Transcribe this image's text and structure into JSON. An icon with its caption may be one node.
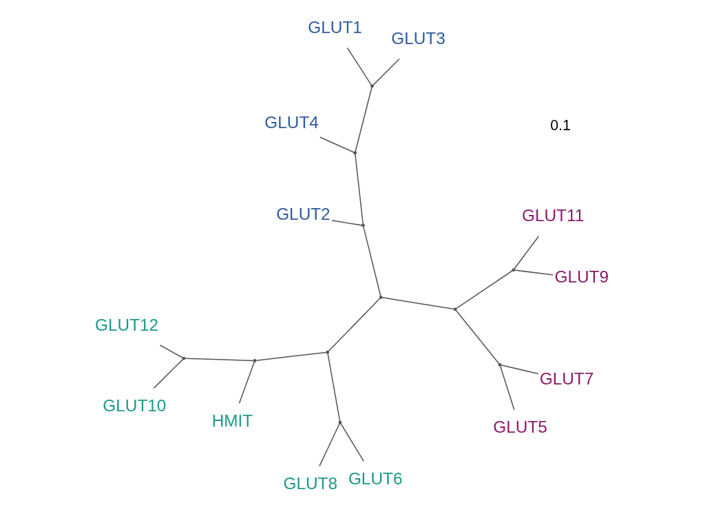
{
  "diagram": {
    "nodes": [
      {
        "text": [
          "GLUT12"
        ]
      },
      {
        "text": [
          "GLUT3"
        ]
      },
      {
        "text": [
          "GLUT2"
        ]
      },
      {
        "text": [
          "GLUT1"
        ]
      },
      {
        "text": [
          "GLUT11"
        ]
      },
      {
        "text": [
          "GLUT4"
        ]
      },
      {
        "text": [
          "GLUT10"
        ]
      },
      {
        "text": [
          "GLUT9"
        ]
      },
      {
        "text": [
          "GLUT5"
        ]
      },
      {
        "text": [
          "GLUT7"
        ]
      },
      {
        "text": [
          "HMIT"
        ]
      },
      {
        "text": [
          "GLUT8"
        ]
      },
      {
        "text": [
          "GLUT6"
        ]
      },
      {
        "text": [],
        "shape": "point"
      },
      {
        "text": [],
        "shape": "point"
      },
      {
        "text": [],
        "shape": "point"
      },
      {
        "text": [],
        "shape": "point"
      },
      {
        "text": [],
        "shape": "point"
      },
      {
        "text": [],
        "shape": "point"
      },
      {
        "text": [],
        "shape": "point"
      },
      {
        "text": [],
        "shape": "point"
      },
      {
        "text": [],
        "shape": "point"
      },
      {
        "text": [],
        "shape": "point"
      },
      {
        "text": [],
        "shape": "point"
      }
    ],
    "edges": [
      {
        "from": 13,
        "to": 14,
        "arrow": "none"
      },
      {
        "from": 13,
        "to": 15,
        "arrow": "none"
      },
      {
        "from": 13,
        "to": 16,
        "arrow": "none"
      },
      {
        "from": 14,
        "to": 17,
        "arrow": "none"
      },
      {
        "from": 14,
        "to": 10,
        "arrow": "none"
      },
      {
        "from": 17,
        "to": 0,
        "arrow": "none"
      },
      {
        "from": 17,
        "to": 6,
        "arrow": "none"
      },
      {
        "from": 16,
        "to": 11,
        "arrow": "none"
      },
      {
        "from": 16,
        "to": 12,
        "arrow": "none"
      },
      {
        "from": 15,
        "to": 18,
        "arrow": "none"
      },
      {
        "from": 15,
        "to": 21,
        "arrow": "none"
      },
      {
        "from": 18,
        "to": 2,
        "arrow": "none"
      },
      {
        "from": 18,
        "to": 19,
        "arrow": "none"
      },
      {
        "from": 19,
        "to": 5,
        "arrow": "none"
      },
      {
        "from": 19,
        "to": 20,
        "arrow": "none"
      },
      {
        "from": 20,
        "to": 3,
        "arrow": "none"
      },
      {
        "from": 20,
        "to": 1,
        "arrow": "none"
      },
      {
        "from": 21,
        "to": 22,
        "arrow": "none"
      },
      {
        "from": 21,
        "to": 23,
        "arrow": "none"
      },
      {
        "from": 22,
        "to": 4,
        "arrow": "none"
      },
      {
        "from": 22,
        "to": 7,
        "arrow": "none"
      },
      {
        "from": 23,
        "to": 8,
        "arrow": "none"
      },
      {
        "from": 23,
        "to": 9,
        "arrow": "none"
      }
    ],
    "labels": [
      "0.1"
    ]
  }
}
